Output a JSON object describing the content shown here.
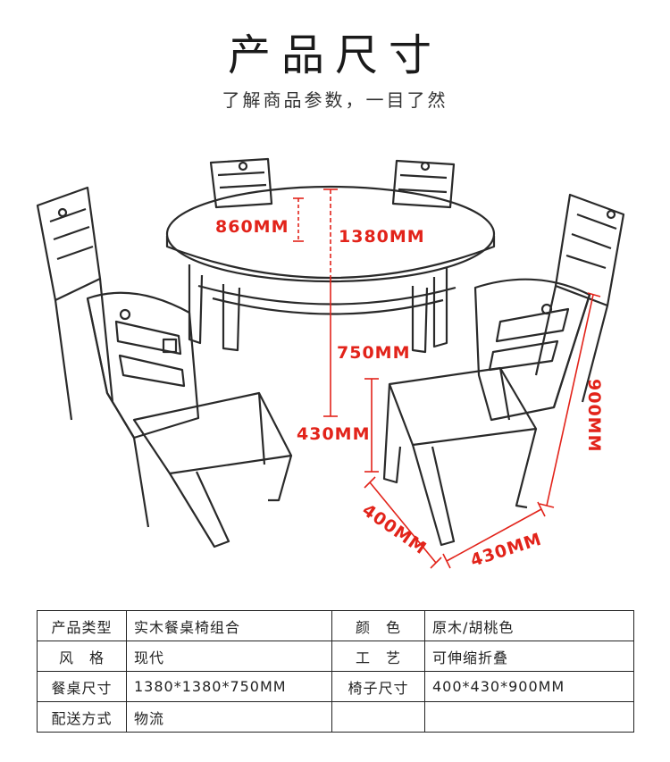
{
  "header": {
    "title": "产品尺寸",
    "subtitle": "了解商品参数，一目了然"
  },
  "dimensions": {
    "table_depth": "860MM",
    "table_width": "1380MM",
    "table_height": "750MM",
    "seat_height": "430MM",
    "chair_height": "900MM",
    "chair_width": "400MM",
    "chair_depth": "430MM"
  },
  "colors": {
    "dimension": "#e2231a",
    "line": "#222222"
  },
  "spec_table": {
    "row1": {
      "l1": "产品类型",
      "v1": "实木餐桌椅组合",
      "l2": "颜　色",
      "v2": "原木/胡桃色"
    },
    "row2": {
      "l1": "风　格",
      "v1": "现代",
      "l2": "工　艺",
      "v2": "可伸缩折叠"
    },
    "row3": {
      "l1": "餐桌尺寸",
      "v1": "1380*1380*750MM",
      "l2": "椅子尺寸",
      "v2": "400*430*900MM"
    },
    "row4": {
      "l1": "配送方式",
      "v1": "物流",
      "l2": "",
      "v2": ""
    }
  }
}
